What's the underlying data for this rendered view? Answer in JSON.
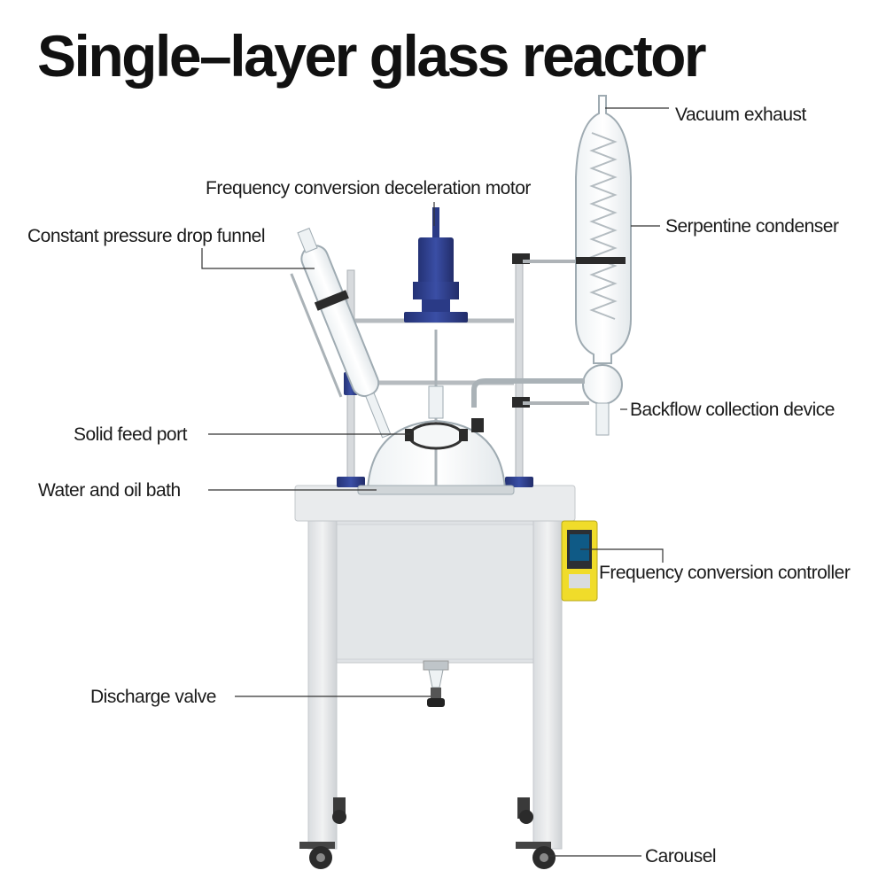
{
  "title": "Single–layer glass reactor",
  "labels": {
    "vacuum_exhaust": "Vacuum exhaust",
    "motor": "Frequency conversion deceleration motor",
    "serpentine_condenser": "Serpentine condenser",
    "drop_funnel": "Constant pressure drop funnel",
    "backflow": "Backflow collection device",
    "solid_feed_port": "Solid feed port",
    "bath": "Water and oil bath",
    "controller": "Frequency conversion controller",
    "discharge_valve": "Discharge valve",
    "carousel": "Carousel"
  },
  "colors": {
    "motor_blue": "#2e3f8f",
    "cabinet": "#e4e6e8",
    "controller_yellow": "#f0dc2a",
    "glass": "#c9d3d8"
  }
}
